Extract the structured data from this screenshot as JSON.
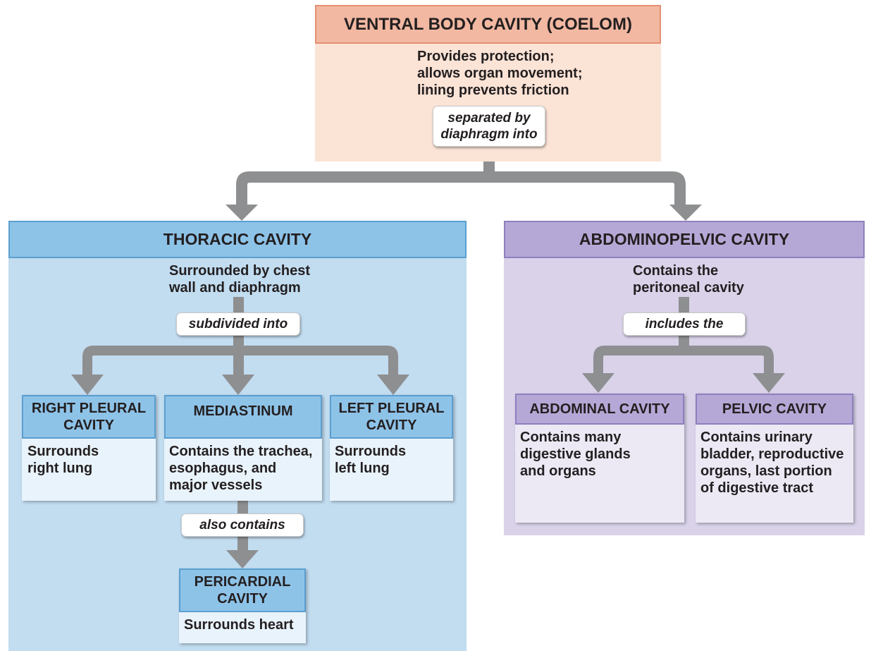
{
  "ventral": {
    "title": "VENTRAL BODY CAVITY (COELOM)",
    "desc_line1": "Provides protection;",
    "desc_line2": "allows organ movement;",
    "desc_line3": "lining prevents friction",
    "connector_line1": "separated by",
    "connector_line2": "diaphragm into"
  },
  "thoracic": {
    "title": "THORACIC CAVITY",
    "desc_line1": "Surrounded by chest",
    "desc_line2": "wall and diaphragm",
    "connector": "subdivided into",
    "right_pleural": {
      "title_line1": "RIGHT PLEURAL",
      "title_line2": "CAVITY",
      "desc_line1": "Surrounds",
      "desc_line2": "right lung"
    },
    "mediastinum": {
      "title": "MEDIASTINUM",
      "desc_line1": "Contains the trachea,",
      "desc_line2": "esophagus, and",
      "desc_line3": "major vessels",
      "connector": "also contains"
    },
    "left_pleural": {
      "title_line1": "LEFT PLEURAL",
      "title_line2": "CAVITY",
      "desc_line1": "Surrounds",
      "desc_line2": "left lung"
    },
    "pericardial": {
      "title_line1": "PERICARDIAL",
      "title_line2": "CAVITY",
      "desc": "Surrounds heart"
    }
  },
  "abdominopelvic": {
    "title": "ABDOMINOPELVIC CAVITY",
    "desc_line1": "Contains the",
    "desc_line2": "peritoneal cavity",
    "connector": "includes the",
    "abdominal": {
      "title": "ABDOMINAL CAVITY",
      "desc_line1": "Contains many",
      "desc_line2": "digestive glands",
      "desc_line3": "and organs"
    },
    "pelvic": {
      "title": "PELVIC CAVITY",
      "desc_line1": "Contains urinary",
      "desc_line2": "bladder, reproductive",
      "desc_line3": "organs, last portion",
      "desc_line4": "of digestive tract"
    }
  },
  "colors": {
    "ventral_header": "#f2b8a2",
    "ventral_body": "#fbe3d6",
    "thoracic_header": "#8ec3e8",
    "thoracic_body": "#c2dcf0",
    "thoracic_card_body": "#e9f3fb",
    "abdominopelvic_header": "#b6a8d6",
    "abdominopelvic_body": "#d9d2e9",
    "abdominopelvic_card_body": "#ece8f4",
    "arrow": "#8e8f91"
  }
}
